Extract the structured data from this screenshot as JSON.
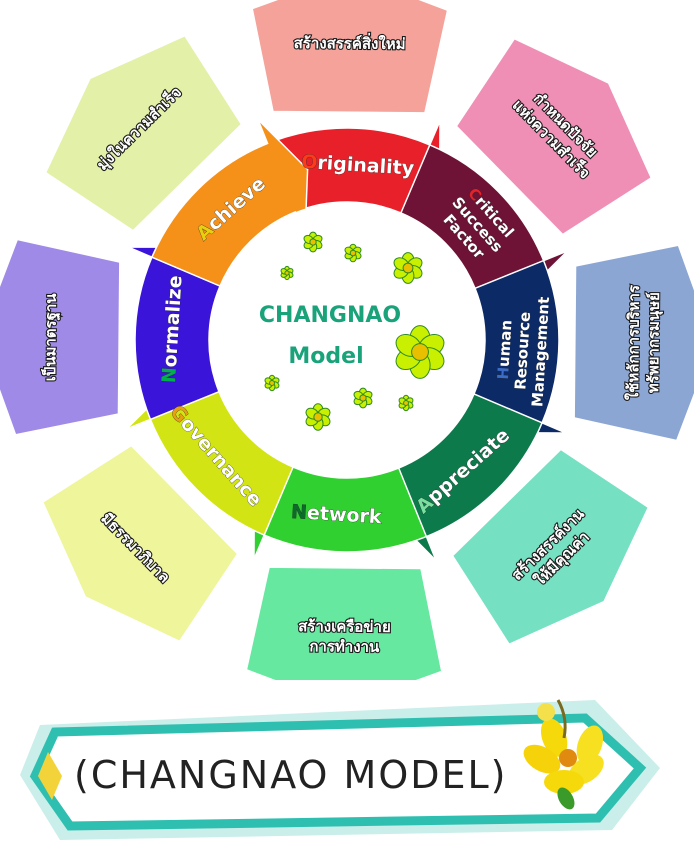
{
  "center": {
    "line1": "CHANGNAO",
    "line2": "Model"
  },
  "segments": [
    {
      "id": "originality",
      "initial": "O",
      "rest": "riginality",
      "lines": [],
      "color": "#e8202a",
      "initial_color": "#ff3a1a",
      "panel_color": "#f4a29a",
      "panel_text": [
        "สร้างสรรค์สิ่งใหม่"
      ]
    },
    {
      "id": "critical-success-factor",
      "initial": "C",
      "rest": "ritical",
      "lines": [
        "Success",
        "Factor"
      ],
      "color": "#6e1336",
      "initial_color": "#e8202a",
      "panel_color": "#f08fb6",
      "panel_text": [
        "กำหนดปัจจัย",
        "แห่งความสำเร็จ"
      ]
    },
    {
      "id": "human-resource-management",
      "initial": "H",
      "rest": "uman",
      "lines": [
        "Resource",
        "Management"
      ],
      "color": "#0c2a66",
      "initial_color": "#3a6cc8",
      "panel_color": "#8ca6d4",
      "panel_text": [
        "ใช้หลักการบริหาร",
        "ทรัพยากรมนุษย์"
      ]
    },
    {
      "id": "appreciate",
      "initial": "A",
      "rest": "ppreciate",
      "lines": [],
      "color": "#0c7a4a",
      "initial_color": "#7ae0a0",
      "panel_color": "#76e0c2",
      "panel_text": [
        "สร้างสรรค์งาน",
        "ให้มีคุณค่า"
      ]
    },
    {
      "id": "network",
      "initial": "N",
      "rest": "etwork",
      "lines": [],
      "color": "#2fd02f",
      "initial_color": "#0c6a2a",
      "panel_color": "#66e8a0",
      "panel_text": [
        "สร้างเครือข่าย",
        "การทำงาน"
      ]
    },
    {
      "id": "governance",
      "initial": "G",
      "rest": "overnance",
      "lines": [],
      "color": "#d2e414",
      "initial_color": "#e8a010",
      "panel_color": "#eef59a",
      "panel_text": [
        "มีธรรมาภิบาล"
      ]
    },
    {
      "id": "normalize",
      "initial": "N",
      "rest": "ormalize",
      "lines": [],
      "color": "#3a14d8",
      "initial_color": "#00b050",
      "panel_color": "#a08ae8",
      "panel_text": [
        "เป็นมาตรฐาน"
      ]
    },
    {
      "id": "achieve",
      "initial": "A",
      "rest": "chieve",
      "lines": [],
      "color": "#f59018",
      "initial_color": "#e8d010",
      "panel_color": "#e2f0a8",
      "panel_text": [
        "มุ่งในความสำเร็จ"
      ]
    }
  ],
  "banner": {
    "text": "(CHANGNAO  MODEL)",
    "frame_color": "#2fbfb0",
    "accent_color": "#f2d43a"
  },
  "decoration": {
    "flower_color": "#c8f000",
    "flower_center": "#e8c000",
    "flower_edge": "#2e8a20"
  }
}
